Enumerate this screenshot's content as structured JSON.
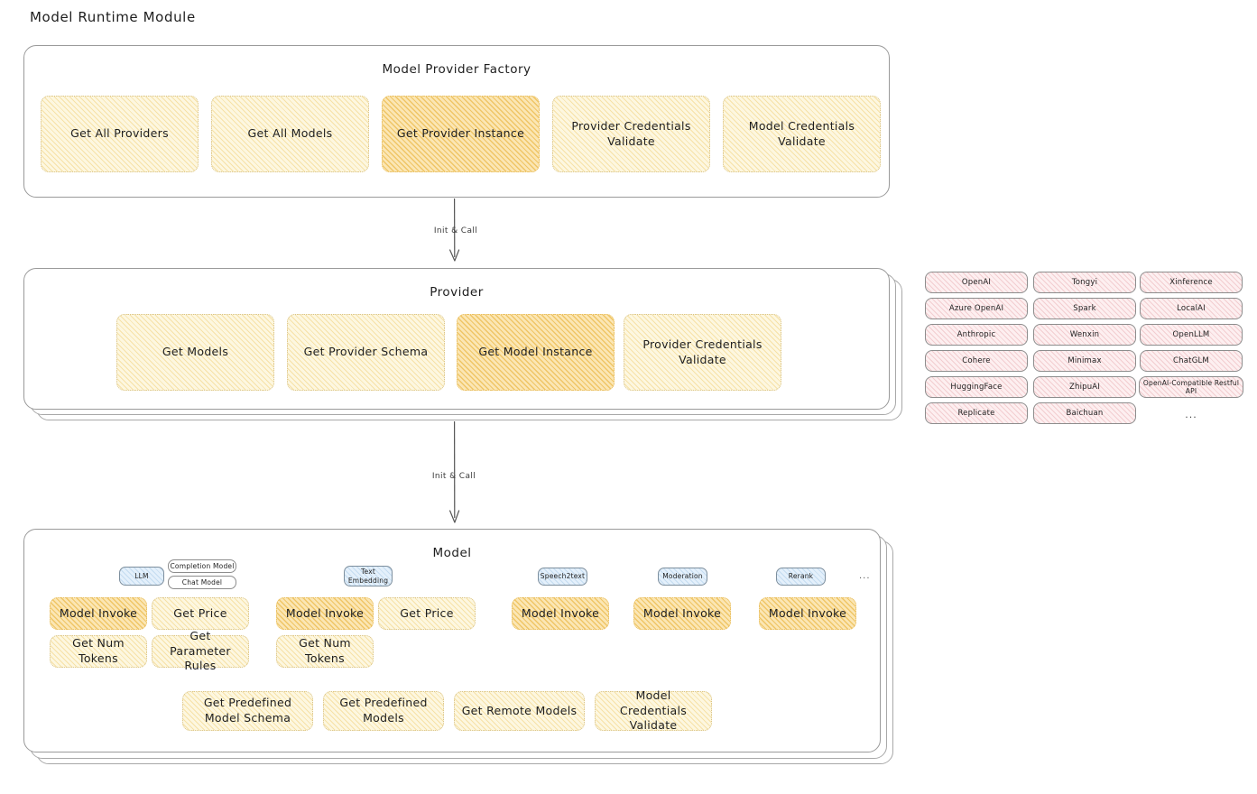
{
  "page": {
    "title": "Model Runtime Module"
  },
  "factory": {
    "title": "Model Provider Factory",
    "nodes": [
      {
        "label": "Get All Providers",
        "highlighted": false
      },
      {
        "label": "Get All Models",
        "highlighted": false
      },
      {
        "label": "Get Provider Instance",
        "highlighted": true
      },
      {
        "label": "Provider Credentials Validate",
        "highlighted": false
      },
      {
        "label": "Model Credentials Validate",
        "highlighted": false
      }
    ]
  },
  "arrows": [
    {
      "label": "Init & Call"
    },
    {
      "label": "Init & Call"
    }
  ],
  "provider": {
    "title": "Provider",
    "nodes": [
      {
        "label": "Get Models",
        "highlighted": false
      },
      {
        "label": "Get Provider Schema",
        "highlighted": false
      },
      {
        "label": "Get Model Instance",
        "highlighted": true
      },
      {
        "label": "Provider Credentials Validate",
        "highlighted": false
      }
    ]
  },
  "provider_list": {
    "columns": [
      {
        "items": [
          "OpenAI",
          "Azure OpenAI",
          "Anthropic",
          "Cohere",
          "HuggingFace",
          "Replicate"
        ]
      },
      {
        "items": [
          "Tongyi",
          "Spark",
          "Wenxin",
          "Minimax",
          "ZhipuAI",
          "Baichuan"
        ]
      },
      {
        "items": [
          "Xinference",
          "LocalAI",
          "OpenLLM",
          "ChatGLM",
          "OpenAI-Compatible Restful API"
        ]
      }
    ],
    "more": "..."
  },
  "model": {
    "title": "Model",
    "more": "...",
    "types": [
      {
        "name": "LLM",
        "style": "blue",
        "sub_pills": [
          "Completion Model",
          "Chat Model"
        ],
        "methods": [
          {
            "label": "Model Invoke",
            "highlighted": true
          },
          {
            "label": "Get Price",
            "highlighted": false
          },
          {
            "label": "Get Num Tokens",
            "highlighted": false
          },
          {
            "label": "Get Parameter Rules",
            "highlighted": false
          }
        ]
      },
      {
        "name": "Text Embedding",
        "style": "blue",
        "sub_pills": [],
        "methods": [
          {
            "label": "Model Invoke",
            "highlighted": true
          },
          {
            "label": "Get Price",
            "highlighted": false
          },
          {
            "label": "Get Num Tokens",
            "highlighted": false
          }
        ]
      },
      {
        "name": "Speech2text",
        "style": "blue",
        "sub_pills": [],
        "methods": [
          {
            "label": "Model Invoke",
            "highlighted": true
          }
        ]
      },
      {
        "name": "Moderation",
        "style": "blue",
        "sub_pills": [],
        "methods": [
          {
            "label": "Model Invoke",
            "highlighted": true
          }
        ]
      },
      {
        "name": "Rerank",
        "style": "blue",
        "sub_pills": [],
        "methods": [
          {
            "label": "Model Invoke",
            "highlighted": true
          }
        ]
      }
    ],
    "shared_methods": [
      {
        "label": "Get Predefined Model Schema"
      },
      {
        "label": "Get Predefined Models"
      },
      {
        "label": "Get Remote Models"
      },
      {
        "label": "Model Credentials Validate"
      }
    ]
  },
  "colors": {
    "node_fill": "#fdf7e0",
    "node_fill_highlight": "#fbe6b4",
    "chip_fill": "#fdeff0",
    "pill_blue_fill": "#e4f0fb",
    "panel_border": "#9a9a9a",
    "text": "#1e1e1e"
  }
}
